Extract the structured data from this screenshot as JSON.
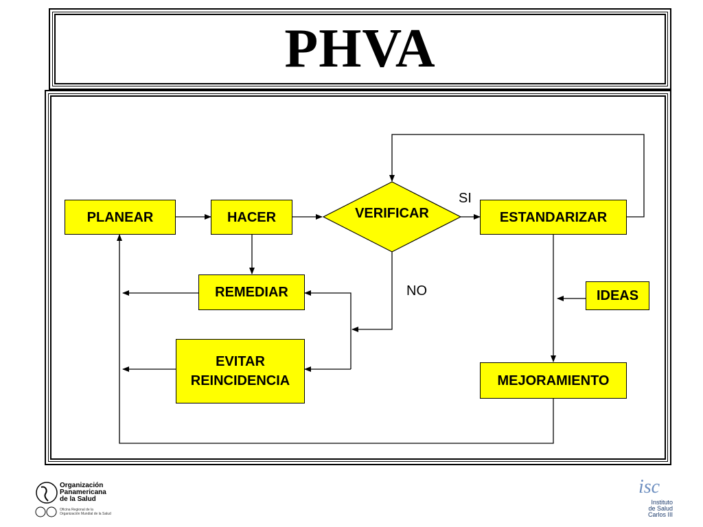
{
  "title": "PHVA",
  "nodes": {
    "planear": "PLANEAR",
    "hacer": "HACER",
    "verificar": "VERIFICAR",
    "estandarizar": "ESTANDARIZAR",
    "remediar": "REMEDIAR",
    "evitar_line1": "EVITAR",
    "evitar_line2": "REINCIDENCIA",
    "ideas": "IDEAS",
    "mejoramiento": "MEJORAMIENTO"
  },
  "edge_labels": {
    "si": "SI",
    "no": "NO"
  },
  "colors": {
    "node_fill": "#ffff00",
    "stroke": "#000000",
    "isc_blue": "#1b3a6b"
  },
  "footer": {
    "ops_name": [
      "Organización",
      "Panamericana",
      "de la Salud"
    ],
    "ops_sub": [
      "Oficina Regional de la",
      "Organización Mundial de la Salud"
    ],
    "isc_name": [
      "Instituto",
      "de Salud",
      "Carlos III"
    ],
    "isc_logo_text": "isc"
  }
}
